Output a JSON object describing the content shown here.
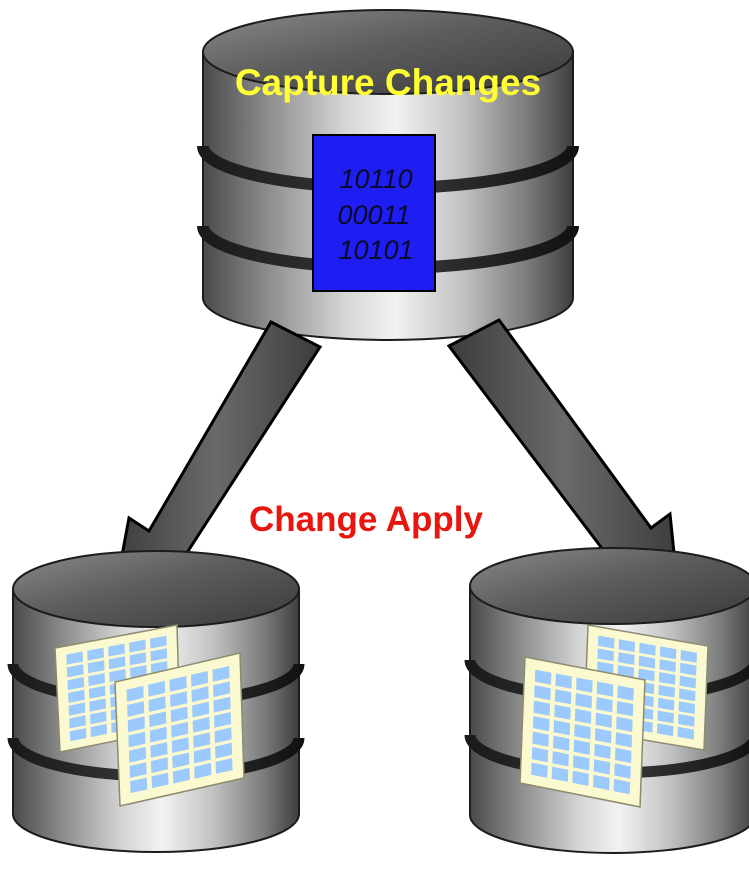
{
  "source": {
    "title": "Capture Changes",
    "bits": [
      "10110",
      "00011",
      "10101"
    ]
  },
  "arrow_label": "Change Apply",
  "colors": {
    "title_text": "#ffff33",
    "apply_text": "#e8160f",
    "bits_panel": "#1e1ef2",
    "bits_text": "#0a0a2a",
    "arrow_fill": "#4f4f4f",
    "grid_cell": "#9ccaff",
    "grid_frame": "#fbf9cf"
  },
  "icons": [
    "database-cylinder-icon",
    "table-sheet-icon",
    "arrow-down-icon"
  ]
}
